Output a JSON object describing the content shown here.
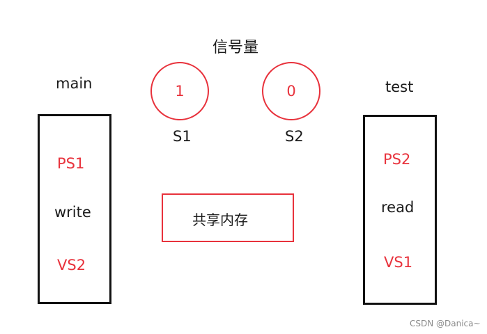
{
  "title": "信号量",
  "process_main": {
    "name": "main",
    "ops": [
      "PS1",
      "write",
      "VS2"
    ]
  },
  "process_test": {
    "name": "test",
    "ops": [
      "PS2",
      "read",
      "VS1"
    ]
  },
  "semaphores": [
    {
      "value": "1",
      "name": "S1"
    },
    {
      "value": "0",
      "name": "S2"
    }
  ],
  "shared_memory": {
    "label": "共享内存"
  },
  "watermark": "CSDN @Danica~",
  "colors": {
    "accent": "#e8323c",
    "text": "#1a1a1a",
    "border": "#111111"
  }
}
